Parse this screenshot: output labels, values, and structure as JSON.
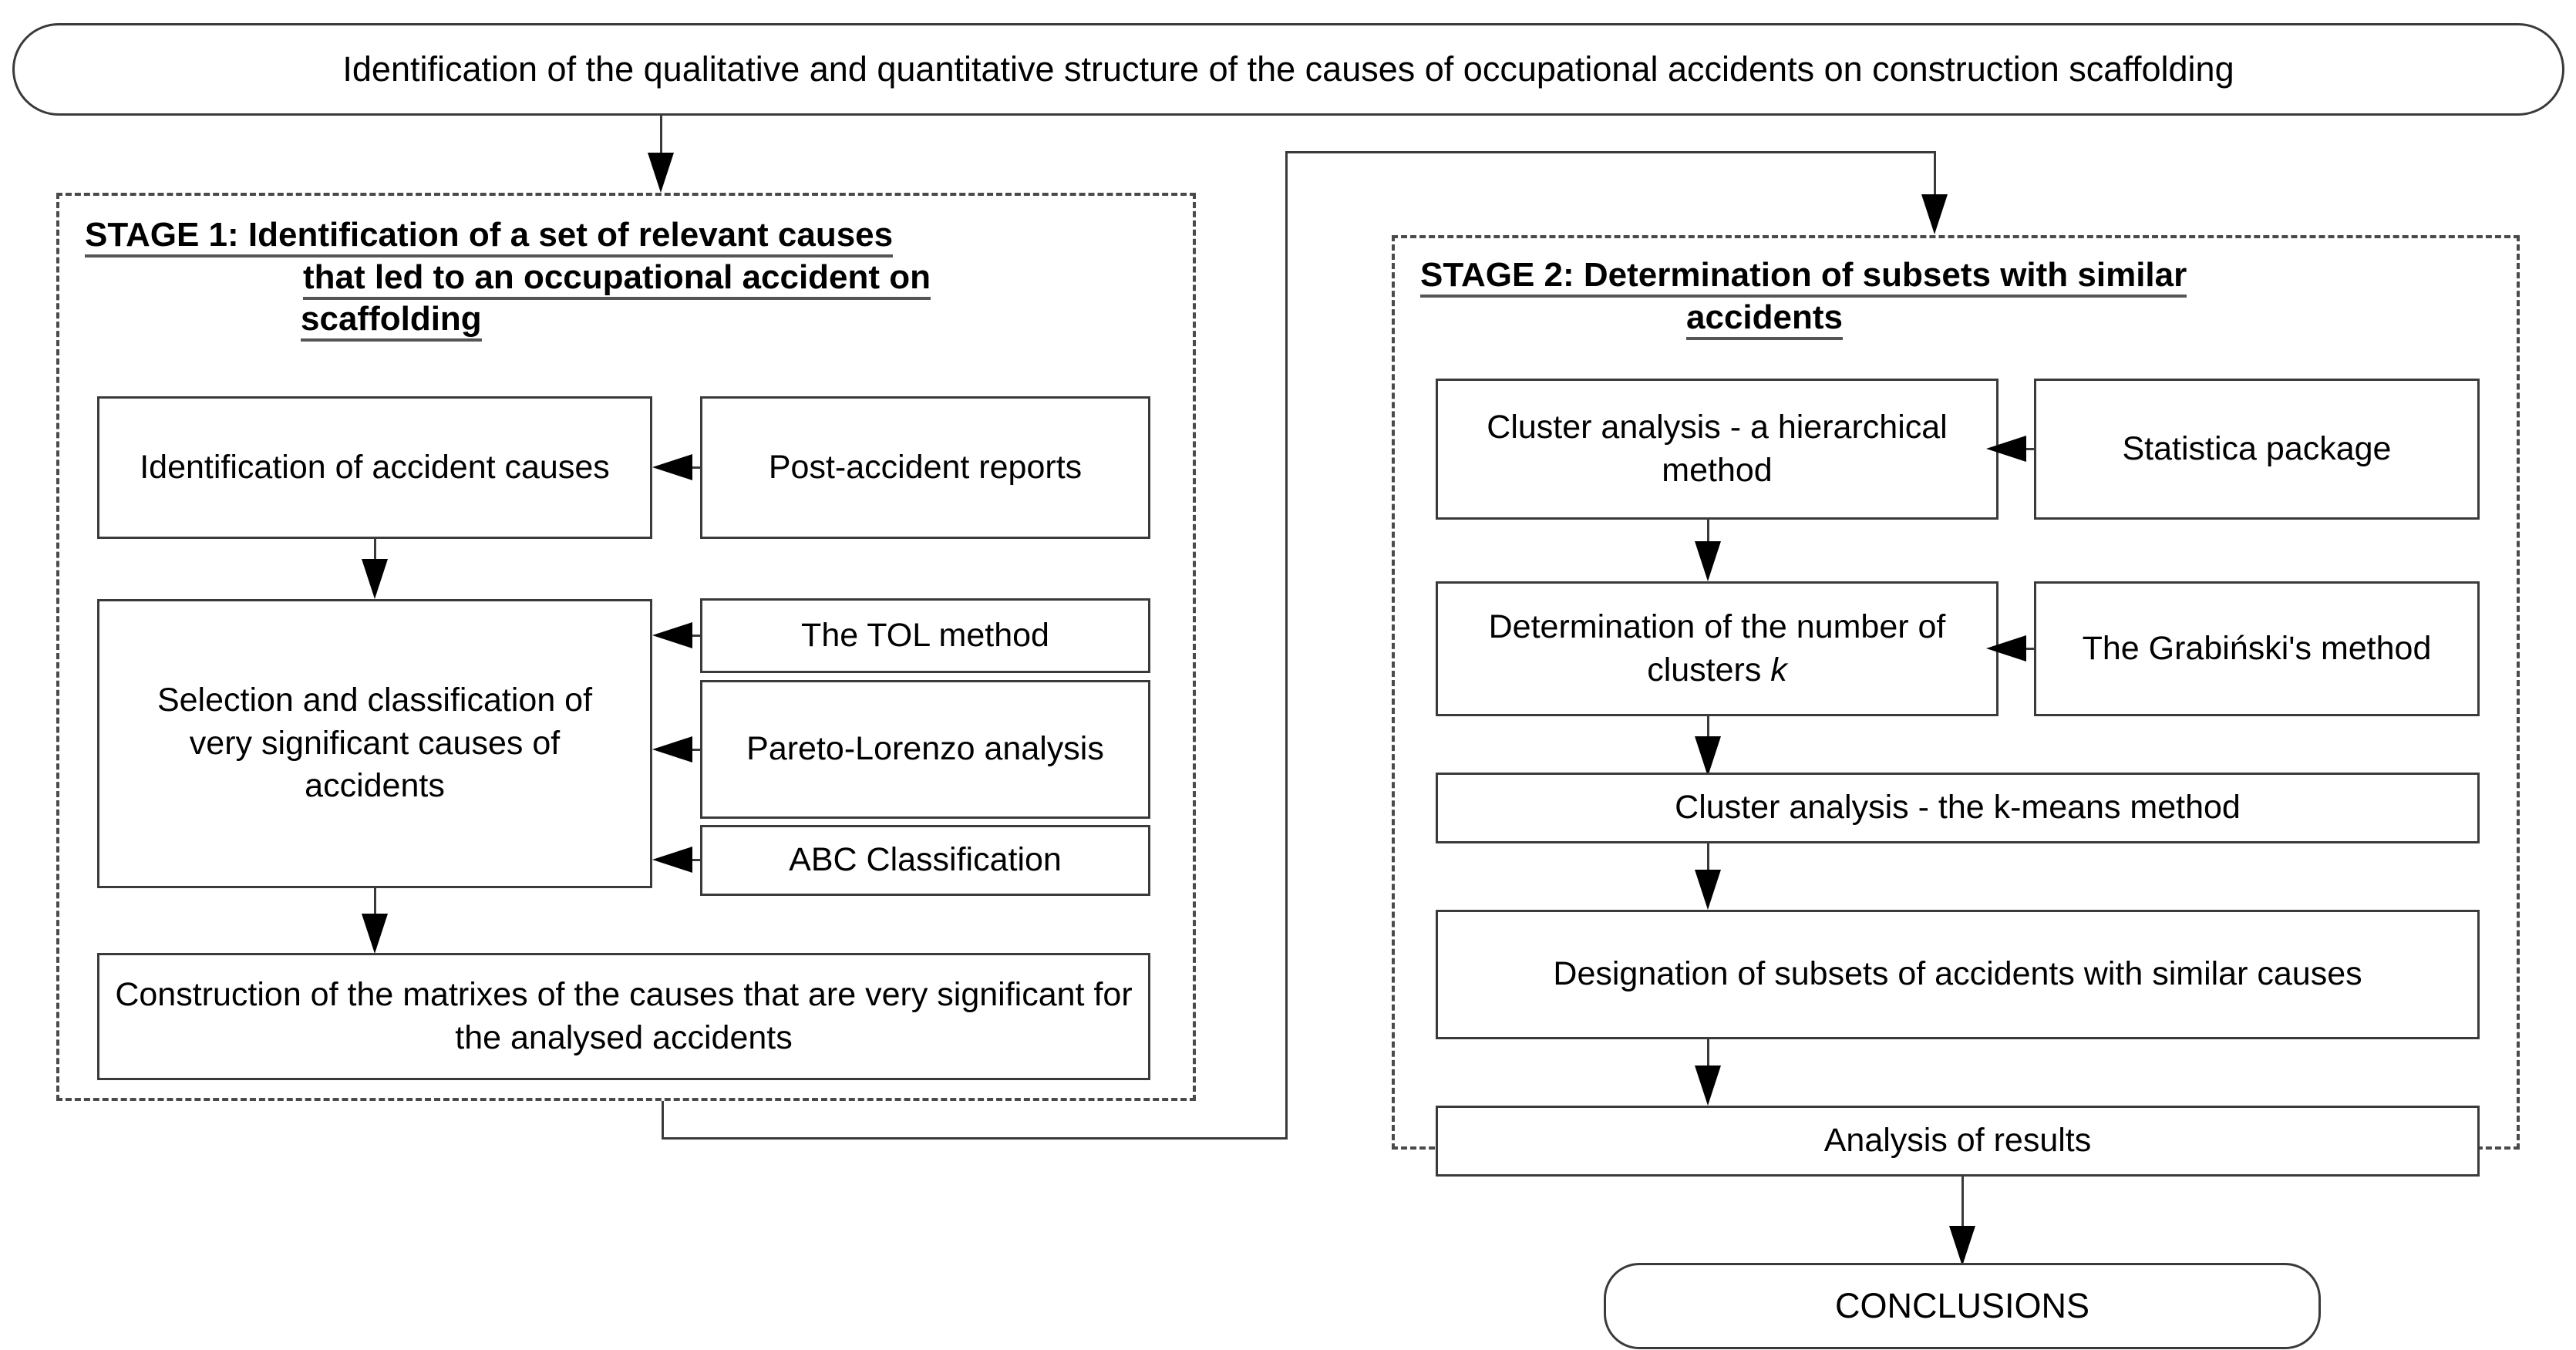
{
  "diagram": {
    "title_node": {
      "label": "Identification of the qualitative and quantitative structure of the causes of occupational accidents on construction scaffolding"
    },
    "stage1": {
      "title_line1": "STAGE 1: Identification of a set of relevant causes",
      "title_line2": "that led to an occupational accident on",
      "title_line3": "scaffolding",
      "nodes": {
        "identification": "Identification of accident causes",
        "post_accident_reports": "Post-accident reports",
        "selection": "Selection and classification of very significant causes of accidents",
        "tol_method": "The TOL method",
        "pareto": "Pareto-Lorenzo analysis",
        "abc": "ABC Classification",
        "matrixes": "Construction of the matrixes of the causes that are very significant for the analysed accidents"
      }
    },
    "stage2": {
      "title_line1": "STAGE 2: Determination of subsets with similar",
      "title_line2": "accidents",
      "nodes": {
        "cluster_hierarchical": "Cluster analysis - a hierarchical method",
        "statistica": "Statistica package",
        "determination_k_pre": "Determination of the number of clusters ",
        "determination_k_italic": "k",
        "grabinski": "The Grabiński's method",
        "kmeans": "Cluster analysis - the k-means method",
        "designation": "Designation of subsets of accidents with similar causes",
        "analysis_results": "Analysis of results"
      }
    },
    "conclusions": {
      "label": "CONCLUSIONS"
    },
    "colors": {
      "line": "#3a3a3a",
      "arrow": "#000000",
      "dashed_border": "#4a4a4a",
      "background": "#ffffff",
      "text": "#000000"
    }
  }
}
